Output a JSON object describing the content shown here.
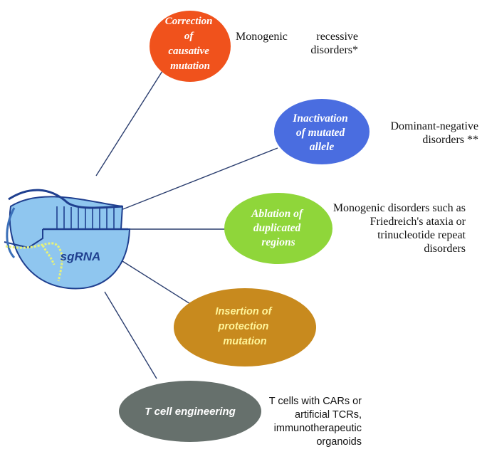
{
  "hub": {
    "label": "sgRNA"
  },
  "nodes": [
    {
      "id": "correction",
      "lines": [
        "Correction",
        "of",
        "causative",
        "mutation"
      ],
      "fill": "#f0521c",
      "text_color": "#ffffff",
      "description": [
        "Monogenic  recessive",
        "disorders*"
      ]
    },
    {
      "id": "inactivation",
      "lines": [
        "Inactivation",
        "of mutated",
        "allele"
      ],
      "fill": "#4a6de0",
      "text_color": "#ffffff",
      "description": [
        "Dominant-negative",
        "disorders **"
      ]
    },
    {
      "id": "ablation",
      "lines": [
        "Ablation of",
        "duplicated",
        "regions"
      ],
      "fill": "#8fd63a",
      "text_color": "#ffffff",
      "description": [
        "Monogenic disorders such as",
        "Friedreich's ataxia or",
        "trinucleotide repeat",
        "disorders"
      ]
    },
    {
      "id": "insertion",
      "lines": [
        "Insertion of",
        "protection",
        "mutation"
      ],
      "fill": "#c88a1e",
      "text_color": "#fff59a",
      "description": []
    },
    {
      "id": "tcell",
      "lines": [
        "T cell engineering"
      ],
      "fill": "#66706c",
      "text_color": "#ffffff",
      "description": [
        "T cells with CARs or",
        "artificial TCRs,",
        "immunotherapeutic",
        "organoids"
      ]
    }
  ],
  "colors": {
    "hub_fill": "#8fc6ef",
    "hub_edge": "#1f3f8f",
    "rna_strand": "#e7f27a",
    "connector": "#2b3e6f"
  }
}
